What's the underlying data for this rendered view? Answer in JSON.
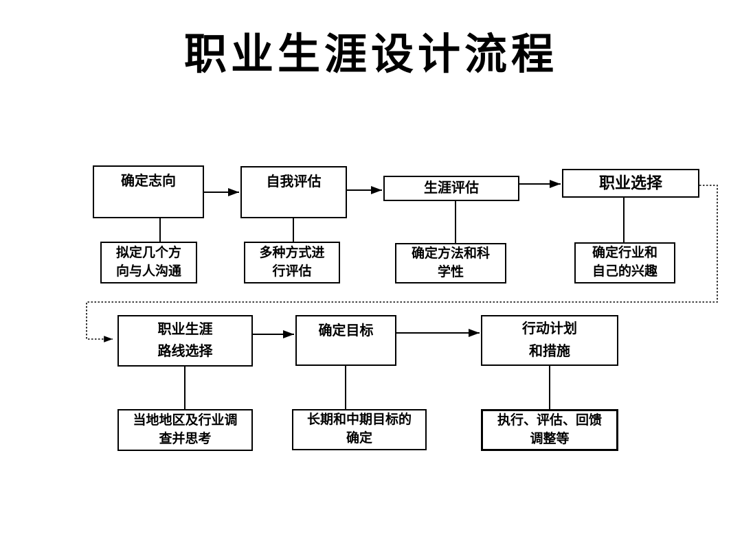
{
  "title": "职业生涯设计流程",
  "colors": {
    "background": "#ffffff",
    "stroke": "#000000",
    "text": "#000000"
  },
  "flow": {
    "row1": [
      {
        "id": "determine-aspiration",
        "label": "确定志向",
        "sub": [
          "拟定几个方",
          "向与人沟通"
        ]
      },
      {
        "id": "self-assessment",
        "label": "自我评估",
        "sub": [
          "多种方式进",
          "行评估"
        ]
      },
      {
        "id": "career-assessment",
        "label": "生涯评估",
        "sub": [
          "确定方法和科",
          "学性"
        ]
      },
      {
        "id": "career-choice",
        "label": "职业选择",
        "sub": [
          "确定行业和",
          "自己的兴趣"
        ]
      }
    ],
    "row2": [
      {
        "id": "career-path-selection",
        "label1": "职业生涯",
        "label2": "路线选择",
        "sub": [
          "当地地区及行业调",
          "查并思考"
        ]
      },
      {
        "id": "set-goals",
        "label1": "确定目标",
        "label2": "",
        "sub": [
          "长期和中期目标的",
          "确定"
        ]
      },
      {
        "id": "action-plan",
        "label1": "行动计划",
        "label2": "和措施",
        "sub": [
          "执行、评估、回馈",
          "调整等"
        ]
      }
    ]
  }
}
